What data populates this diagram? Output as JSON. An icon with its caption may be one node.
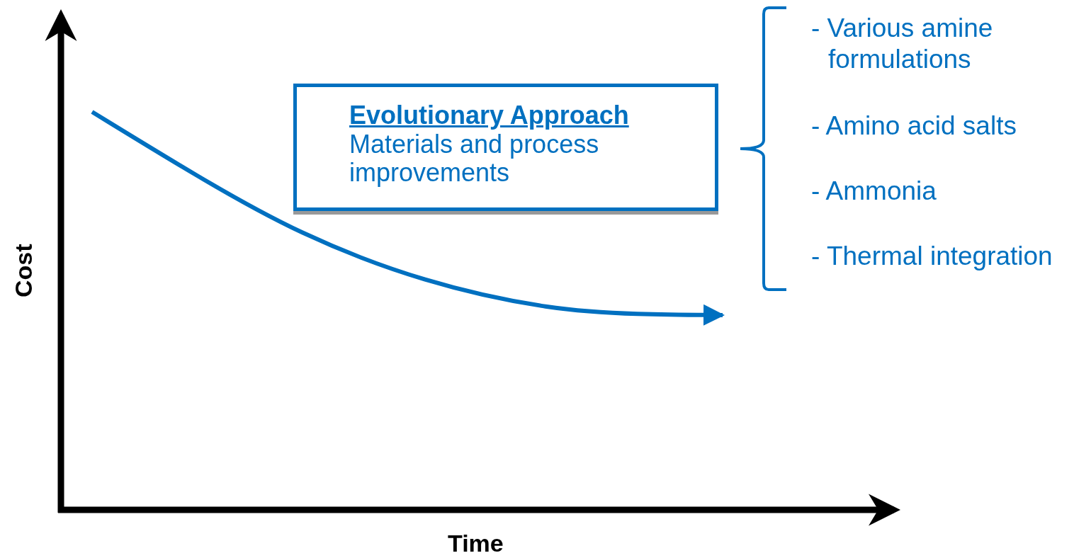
{
  "diagram": {
    "nodes": [
      {
        "text": [
          "Evolutionary Approach",
          "Materials and process improvements"
        ]
      }
    ],
    "edges": [],
    "labels": [
      "Cost",
      "- Various amine formulations",
      "- Amino acid salts",
      "- Ammonia",
      "- Thermal integration",
      "Time"
    ]
  }
}
